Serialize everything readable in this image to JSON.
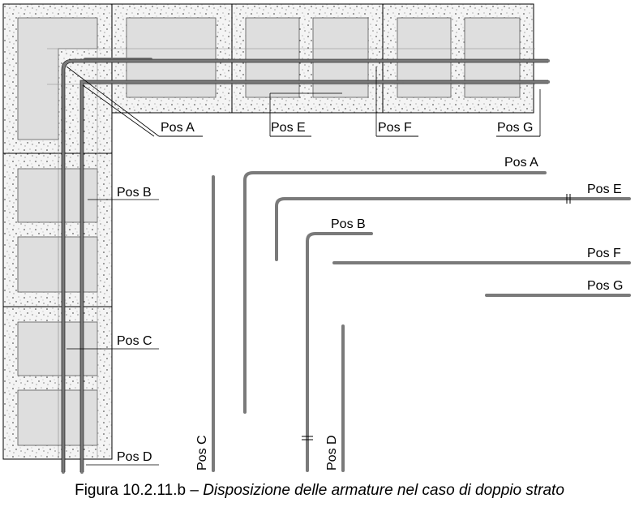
{
  "labels": {
    "pos_a_top": "Pos A",
    "pos_e_top": "Pos E",
    "pos_f_top": "Pos F",
    "pos_g_top": "Pos G",
    "pos_b_left": "Pos B",
    "pos_c_left": "Pos C",
    "pos_d_left": "Pos D",
    "bar_a": "Pos A",
    "bar_e": "Pos E",
    "bar_b": "Pos B",
    "bar_f": "Pos F",
    "bar_g": "Pos G",
    "bar_c": "Pos C",
    "bar_d": "Pos D"
  },
  "caption": {
    "number": "Figura 10.2.11.b – ",
    "text": "Disposizione delle armature nel caso di doppio strato"
  },
  "colors": {
    "concrete_fill": "#f4f4f4",
    "void_fill": "#dedede",
    "rebar": "#7a7a7a",
    "line": "#000000"
  }
}
